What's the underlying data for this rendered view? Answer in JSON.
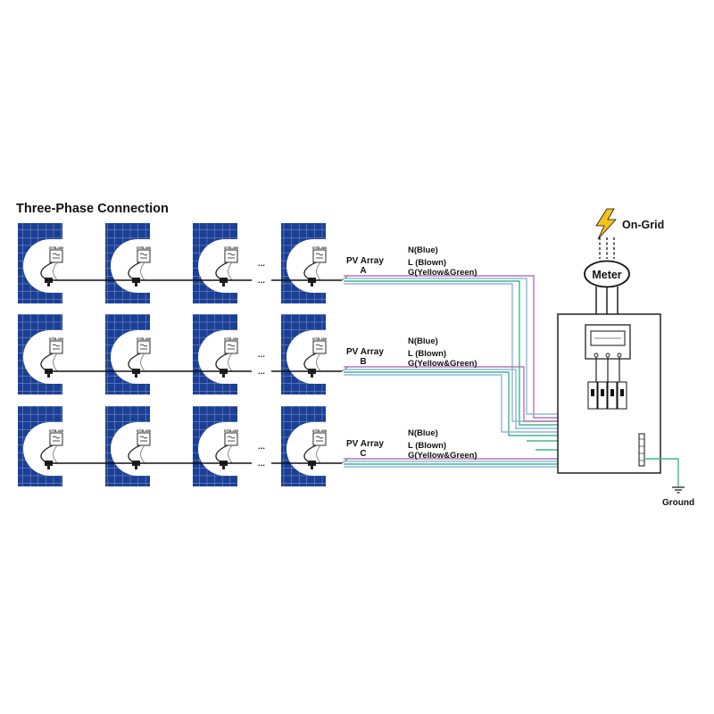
{
  "title": "Three-Phase Connection",
  "on_grid_label": "On-Grid",
  "meter_label": "Meter",
  "ground_label": "Ground",
  "inverter_label": "GTB-400",
  "ellipsis_symbol": "...",
  "arrays": [
    {
      "name": "PV Array",
      "letter": "A"
    },
    {
      "name": "PV Array",
      "letter": "B"
    },
    {
      "name": "PV Array",
      "letter": "C"
    }
  ],
  "wire_labels": [
    "N(Blue)",
    "L (Blown)",
    "G(Yellow&Green)"
  ],
  "colors": {
    "panel": "#1b3f95",
    "panel_grid": "#8aa0d0",
    "wire_blue": "#8fb6e0",
    "wire_brown": "#b07ab0",
    "wire_green": "#3fb88a",
    "bolt": "#f4c21b",
    "line": "#111111"
  }
}
